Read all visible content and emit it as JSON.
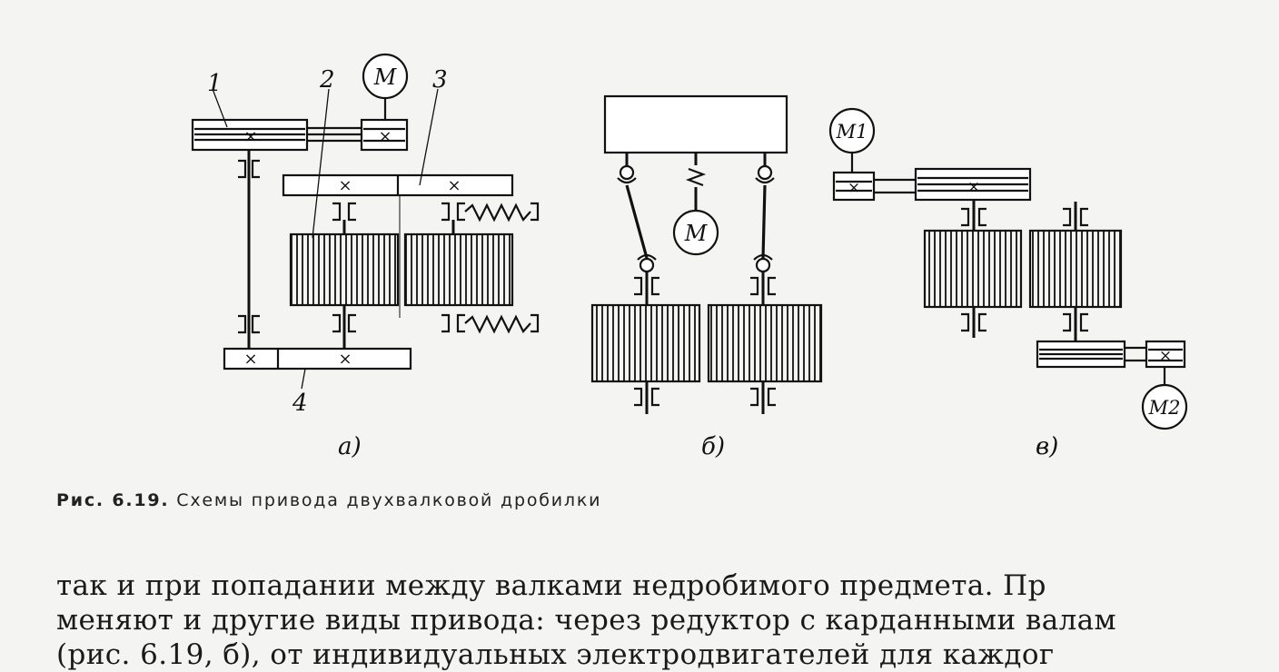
{
  "figure": {
    "labels": {
      "l1": "1",
      "l2": "2",
      "l3": "3",
      "l4": "4",
      "sub_a": "а)",
      "sub_b": "б)",
      "sub_v": "в)"
    },
    "motors": {
      "a": "M",
      "b": "M",
      "v1": "M1",
      "v2": "M2"
    }
  },
  "caption": {
    "number": "Рис. 6.19.",
    "text": "Схемы привода двухвалковой дробилки"
  },
  "body": {
    "lines": [
      "так и при попадании между валками недробимого предмета. Пр",
      "меняют и другие виды привода: через редуктор с карданными валам",
      "(рис. 6.19, б), от индивидуальных электродвигателей для каждог"
    ]
  }
}
